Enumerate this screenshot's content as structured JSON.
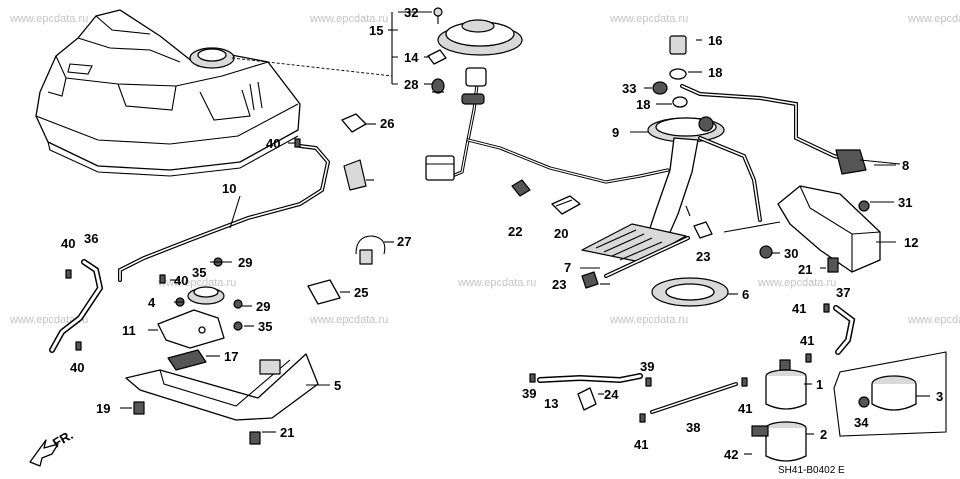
{
  "watermark": "www.epcdata.ru",
  "diagram_code": "SH41-B0402 E",
  "fr_label": "FR.",
  "callouts": {
    "c1": "1",
    "c2": "2",
    "c3": "3",
    "c4": "4",
    "c5": "5",
    "c6": "6",
    "c7": "7",
    "c8": "8",
    "c9": "9",
    "c10": "10",
    "c11": "11",
    "c12": "12",
    "c13": "13",
    "c14": "14",
    "c15": "15",
    "c16": "16",
    "c17": "17",
    "c18a": "18",
    "c18b": "18",
    "c19": "19",
    "c20": "20",
    "c21a": "21",
    "c21b": "21",
    "c22": "22",
    "c23a": "23",
    "c23b": "23",
    "c24": "24",
    "c25": "25",
    "c26": "26",
    "c27": "27",
    "c28": "28",
    "c29a": "29",
    "c29b": "29",
    "c30": "30",
    "c31": "31",
    "c32": "32",
    "c33": "33",
    "c34": "34",
    "c35a": "35",
    "c35b": "35",
    "c36": "36",
    "c37": "37",
    "c38": "38",
    "c39a": "39",
    "c39b": "39",
    "c40a": "40",
    "c40b": "40",
    "c40c": "40",
    "c40d": "40",
    "c41a": "41",
    "c41b": "41",
    "c41c": "41",
    "c41d": "41",
    "c42": "42"
  }
}
